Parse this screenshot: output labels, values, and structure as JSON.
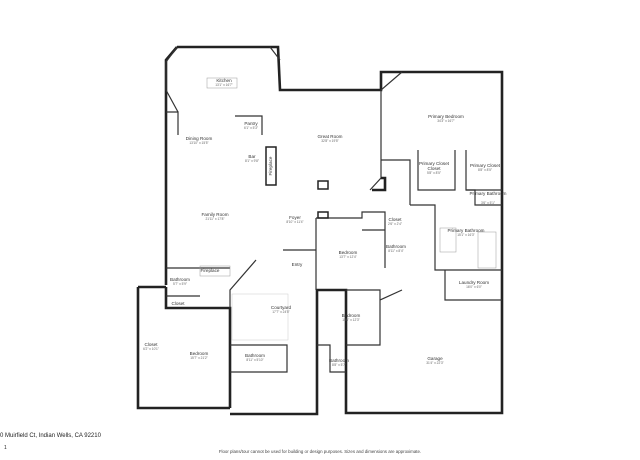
{
  "address": "0 Muirfield Ct, Indian Wells, CA 92210",
  "disclaimer": "Floor plans/tour cannot be used for building or design purposes. Sizes and dimensions are approximate.",
  "page_number": "1",
  "rooms": [
    {
      "id": "kitchen",
      "name": "Kitchen",
      "dim": "13'1\" x 16'7\""
    },
    {
      "id": "pantry",
      "name": "Pantry",
      "dim": "6'1\" x 5'3\""
    },
    {
      "id": "dining",
      "name": "Dining Room",
      "dim": "13'10\" x 15'5\""
    },
    {
      "id": "bar",
      "name": "Bar",
      "dim": "8'1\" x 9'8\""
    },
    {
      "id": "fireplace1",
      "name": "Fireplace",
      "dim": ""
    },
    {
      "id": "great",
      "name": "Great Room",
      "dim": "32'8\" x 19'5\""
    },
    {
      "id": "primary_bed",
      "name": "Primary Bedroom",
      "dim": "34'3\" x 16'7\""
    },
    {
      "id": "primary_closet1",
      "name": "Primary Closet",
      "dim": "5'8\" x 8'5\""
    },
    {
      "id": "primary_closet2",
      "name": "Primary Closet",
      "dim": "8'8\" x 8'5\""
    },
    {
      "id": "primary_bath_small",
      "name": "Primary Bathroom",
      "dim": "3'6\" x 5'1\""
    },
    {
      "id": "primary_bath",
      "name": "Primary Bathroom",
      "dim": "15'1\" x 16'3\""
    },
    {
      "id": "family",
      "name": "Family Room",
      "dim": "21'11\" x 17'8\""
    },
    {
      "id": "foyer",
      "name": "Foyer",
      "dim": "8'10\" x 11'4\""
    },
    {
      "id": "closet1",
      "name": "Closet",
      "dim": "2'6\" x 2'4\""
    },
    {
      "id": "bathroom1",
      "name": "Bathroom",
      "dim": "8'11\" x 8'4\""
    },
    {
      "id": "bedroom1",
      "name": "Bedroom",
      "dim": "13'7\" x 12'4\""
    },
    {
      "id": "laundry",
      "name": "Laundry Room",
      "dim": "16'0\" x 6'0\""
    },
    {
      "id": "entry",
      "name": "Entry",
      "dim": ""
    },
    {
      "id": "bathroom2",
      "name": "Bathroom",
      "dim": "5'7\" x 5'9\""
    },
    {
      "id": "fireplace2",
      "name": "Fireplace",
      "dim": ""
    },
    {
      "id": "closet2",
      "name": "Closet",
      "dim": ""
    },
    {
      "id": "courtyard",
      "name": "Courtyard",
      "dim": "17'7\" x 24'5\""
    },
    {
      "id": "bedroom2",
      "name": "Bedroom",
      "dim": "15'6\" x 12'3\""
    },
    {
      "id": "closet3",
      "name": "Closet",
      "dim": "6'2\" x 10'1\""
    },
    {
      "id": "bedroom3",
      "name": "Bedroom",
      "dim": "15'7\" x 21'2\""
    },
    {
      "id": "bathroom3",
      "name": "Bathroom",
      "dim": "8'11\" x 5'10\""
    },
    {
      "id": "bathroom4",
      "name": "Bathroom",
      "dim": "8'8\" x 5'7\""
    },
    {
      "id": "garage",
      "name": "Garage",
      "dim": "31'4\" x 22'3\""
    }
  ],
  "colors": {
    "wall": "#222222",
    "background": "#ffffff",
    "label": "#333333"
  }
}
